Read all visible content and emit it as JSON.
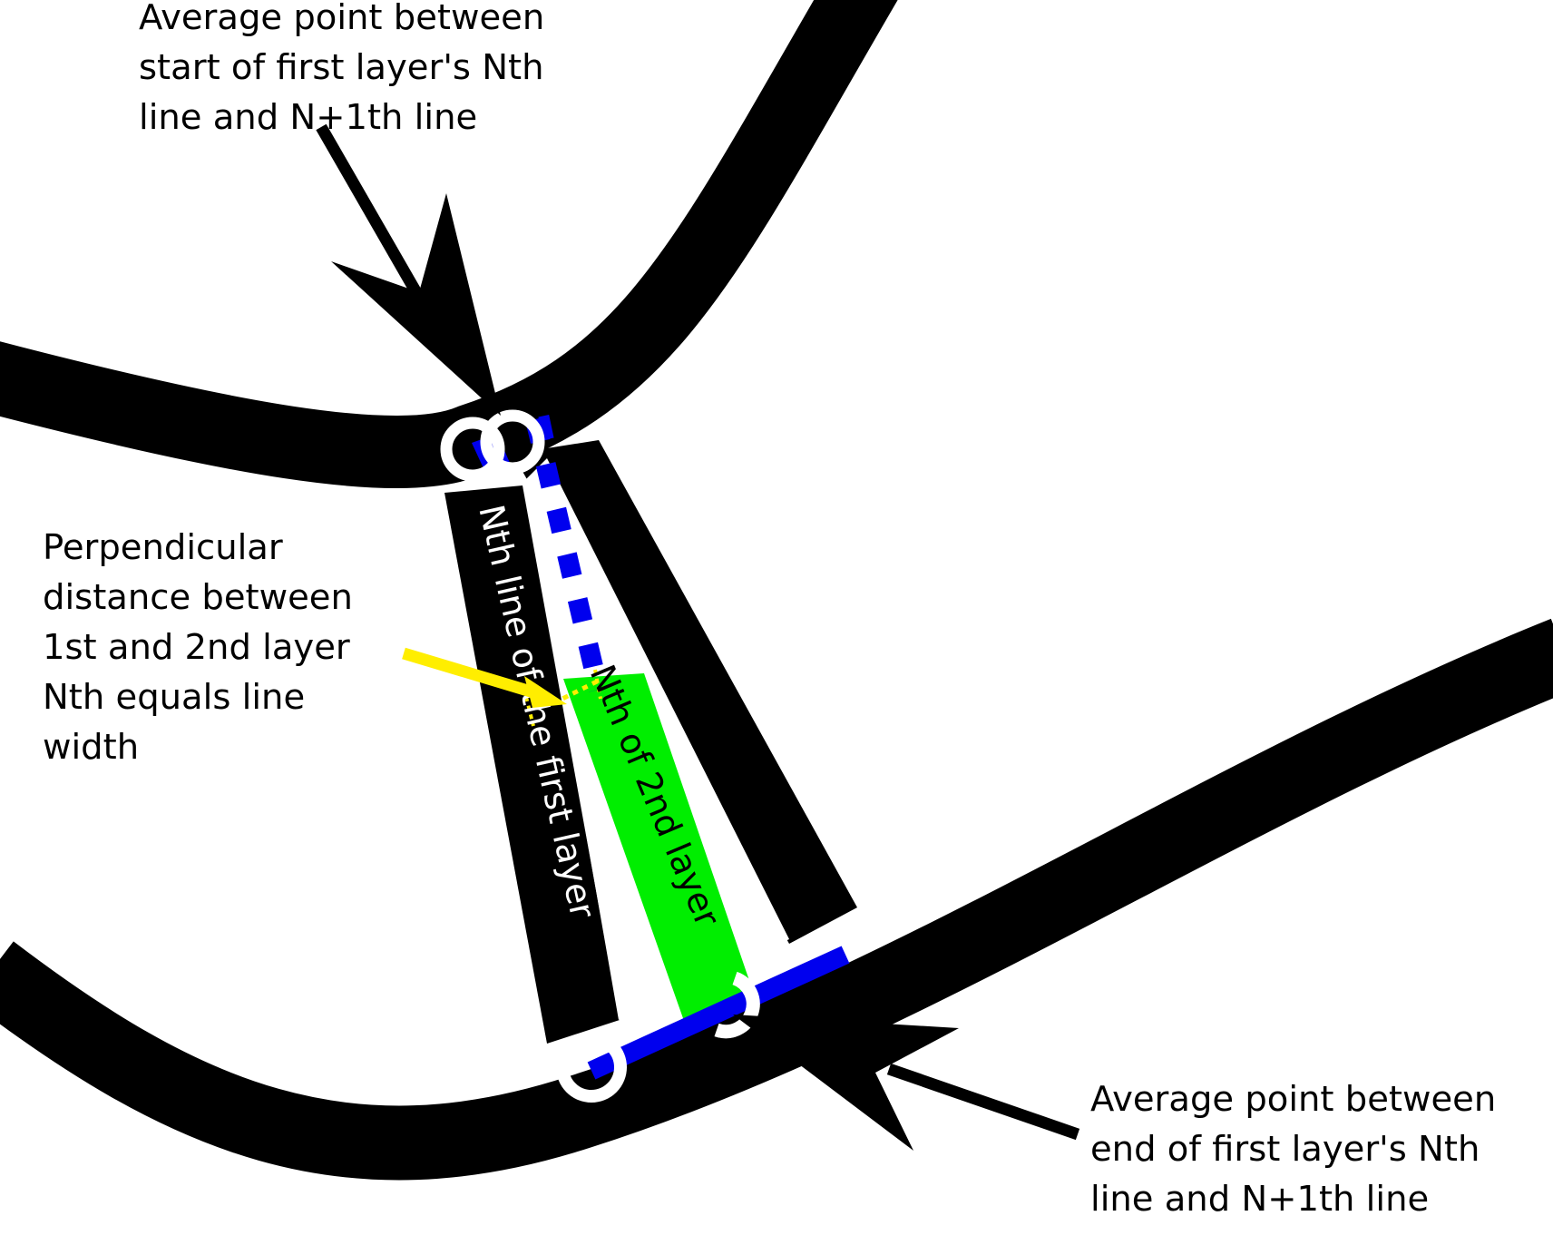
{
  "colors": {
    "background": "#ffffff",
    "line": "#000000",
    "blue": "#0000ee",
    "green": "#00ee00",
    "yellow": "#ffee00",
    "marker": "#ffffff"
  },
  "labels": {
    "top": {
      "lines": [
        "Average point between",
        "start of first layer's Nth",
        "line and N+1th line"
      ]
    },
    "left": {
      "lines": [
        "Perpendicular",
        "distance between",
        "1st and 2nd layer",
        "Nth equals line",
        "width"
      ]
    },
    "bottom": {
      "lines": [
        "Average point between",
        "end of first layer's Nth",
        "line and N+1th line"
      ]
    },
    "first_layer_line": "Nth line of the first layer",
    "second_layer_line": "Nth of 2nd layer"
  }
}
